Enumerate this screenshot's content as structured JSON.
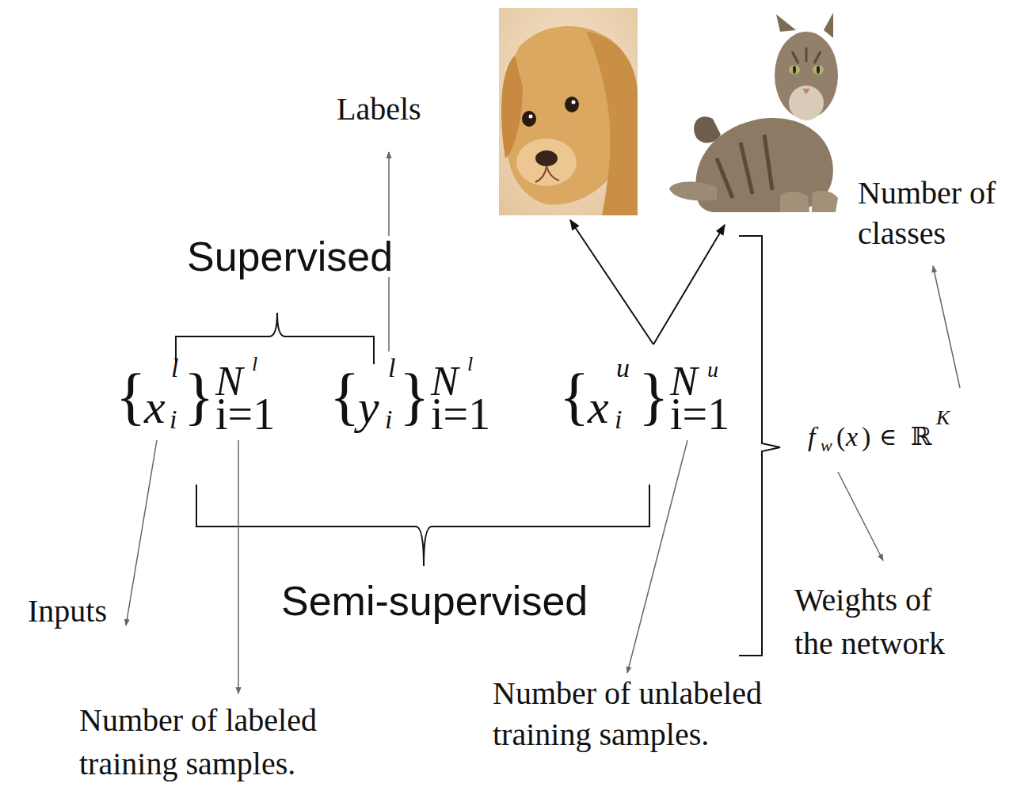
{
  "diagram": {
    "labels": [
      "Labels",
      "Supervised",
      "Number of classes",
      "{",
      "x",
      "l",
      "i",
      "}",
      "N",
      "l",
      "i=1",
      "{",
      "y",
      "l",
      "i",
      "}",
      "N",
      "l",
      "i=1",
      "{",
      "x",
      "u",
      "i",
      "}",
      "N",
      "u",
      "i=1",
      "f",
      "w",
      "(",
      "x",
      ")",
      "∈",
      "ℝ",
      "K",
      "Inputs",
      "Semi-supervised",
      "Number of labeled training samples.",
      "Number of unlabeled training samples.",
      "Weights of the network"
    ]
  }
}
